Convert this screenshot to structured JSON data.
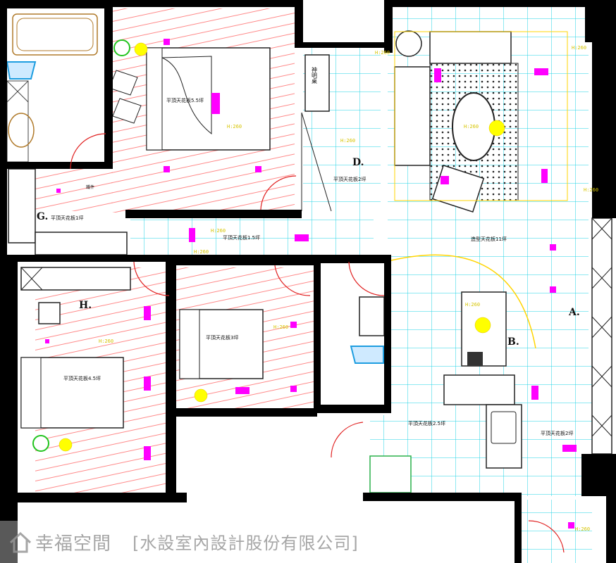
{
  "rooms": {
    "A": "A.",
    "B": "B.",
    "D": "D.",
    "G": "G.",
    "H": "H."
  },
  "labels": {
    "master_ceiling": "平頂天花板5.5坪",
    "living_ceiling": "造型天花板11坪",
    "corridor_ceiling": "平頂天花板1.5坪",
    "d_ceiling": "平頂天花板2坪",
    "g_ceiling": "平頂天花板1坪",
    "h_ceiling": "平頂天花板4.5坪",
    "room3_ceiling": "平頂天花板3坪",
    "kitchen_ceiling": "平頂天花板2.5坪",
    "balcony_ceiling": "平頂天花板2坪",
    "shrine": "神明桌",
    "small_note": "鐵件"
  },
  "tags": {
    "t1": "H:260",
    "t2": "H:260",
    "t3": "H:260",
    "t4": "H:260",
    "t5": "H:260",
    "t6": "H:260",
    "t7": "H:260",
    "t8": "H:260",
    "t9": "H:260",
    "t10": "H:260",
    "t11": "H:260",
    "t12": "H:260"
  },
  "watermark": {
    "brand": "幸福空間",
    "company": "[水設室內設計股份有限公司]"
  },
  "colors": {
    "wall": "#000000",
    "grid": "#1fd3e6",
    "hatch": "#ff8a8a",
    "marker": "#ff00ff",
    "light": "#ffff00",
    "cabinet": "#22c41e",
    "door": "#e02020",
    "tag": "#d6c400"
  }
}
